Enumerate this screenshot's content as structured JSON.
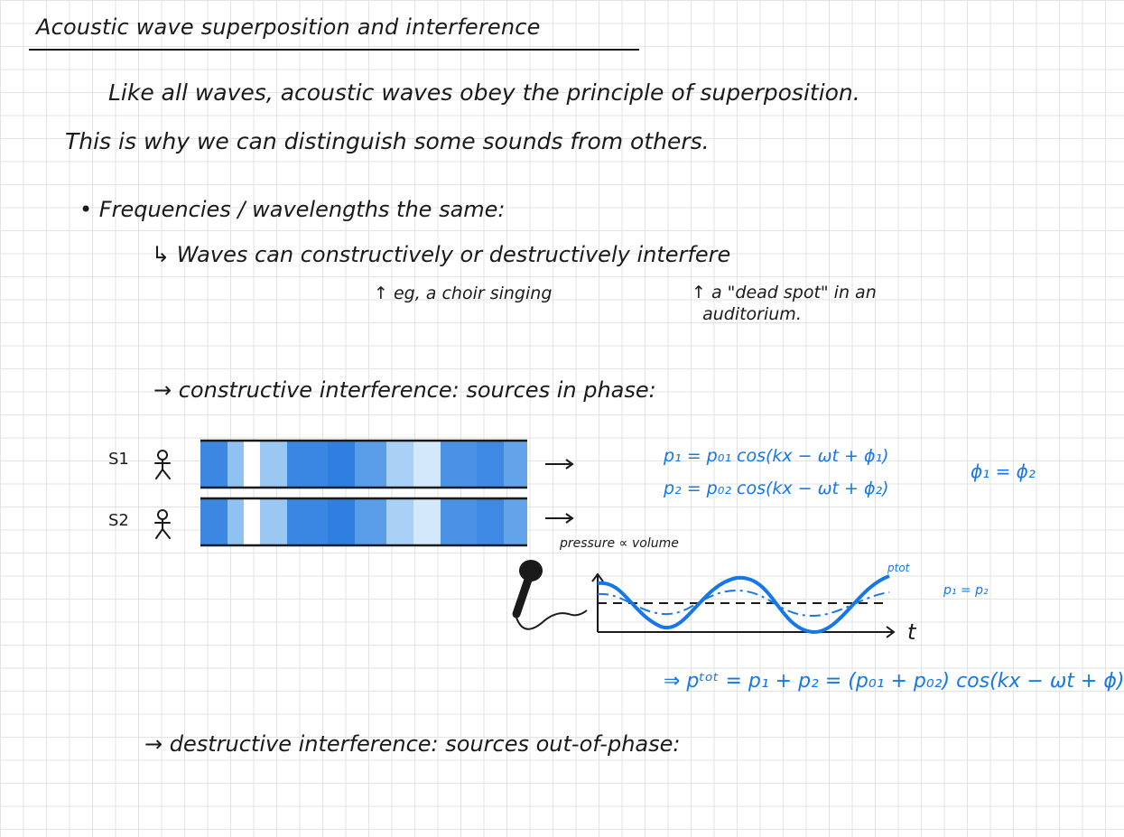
{
  "title": "Acoustic wave superposition and interference",
  "intro_line1": "Like all waves, acoustic waves obey the principle of superposition.",
  "intro_line2": "This is why we can distinguish some sounds from others.",
  "bullet_same": "• Frequencies / wavelengths the same:",
  "waves_interfere": "↳ Waves can constructively or destructively interfere",
  "example_constructive": "↑ eg, a choir singing",
  "example_destructive": "↑ a \"dead spot\" in an\n  auditorium.",
  "constructive_heading": "→ constructive interference: sources in phase:",
  "source1_label": "S1",
  "source2_label": "S2",
  "equation_p1": "p₁ = p₀₁ cos(kx − ωt + ϕ₁)",
  "equation_p2": "p₂ = p₀₂ cos(kx − ωt + ϕ₂)",
  "phase_condition": "ϕ₁ = ϕ₂",
  "graph_ylabel": "pressure ∝ volume",
  "graph_xlabel": "t",
  "graph_ptot_label": "ptot",
  "graph_p1p2_label": "p₁ = p₂",
  "ptot_equation": "⇒ pᵗᵒᵗ = p₁ + p₂ = (p₀₁ + p₀₂) cos(kx − ωt + ϕ)",
  "destructive_heading": "→ destructive interference: sources out-of-phase:",
  "colors": {
    "ink": "#1a1a1a",
    "blue": "#1677e8",
    "band_dark": "#2d7fe0",
    "band_light": "#b9d9f5"
  }
}
